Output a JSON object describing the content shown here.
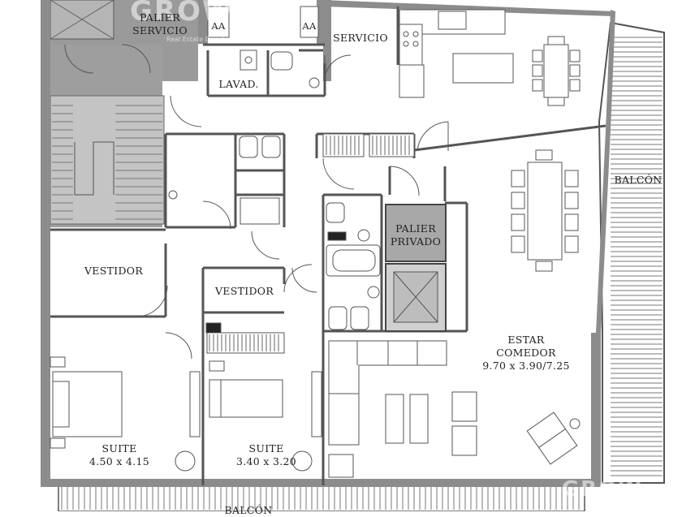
{
  "logo": {
    "text": "GROW",
    "subtext": "Real Estate Development"
  },
  "watermark": {
    "text": "GROW"
  },
  "rooms": {
    "palier_servicio": [
      "PALIER",
      "SERVICIO"
    ],
    "aa_left": "AA",
    "aa_right": "AA",
    "servicio": "SERVICIO",
    "lavad": "LAVAD.",
    "balcon_right": "BALCÓN",
    "vestidor_left": "VESTIDOR",
    "vestidor_center": "VESTIDOR",
    "palier_privado": [
      "PALIER",
      "PRIVADO"
    ],
    "estar": [
      "ESTAR",
      "COMEDOR",
      "9.70 x 3.90/7.25"
    ],
    "suite_left": [
      "SUITE",
      "4.50 x 4.15"
    ],
    "suite_center": [
      "SUITE",
      "3.40 x 3.20"
    ],
    "balcon_bottom": "BALCÓN"
  },
  "colors": {
    "wall": "#8c8c8c",
    "wall_dark": "#6e6e6e",
    "line": "#444444",
    "stair_fill": "#b8b8b8",
    "floor": "#ffffff"
  }
}
